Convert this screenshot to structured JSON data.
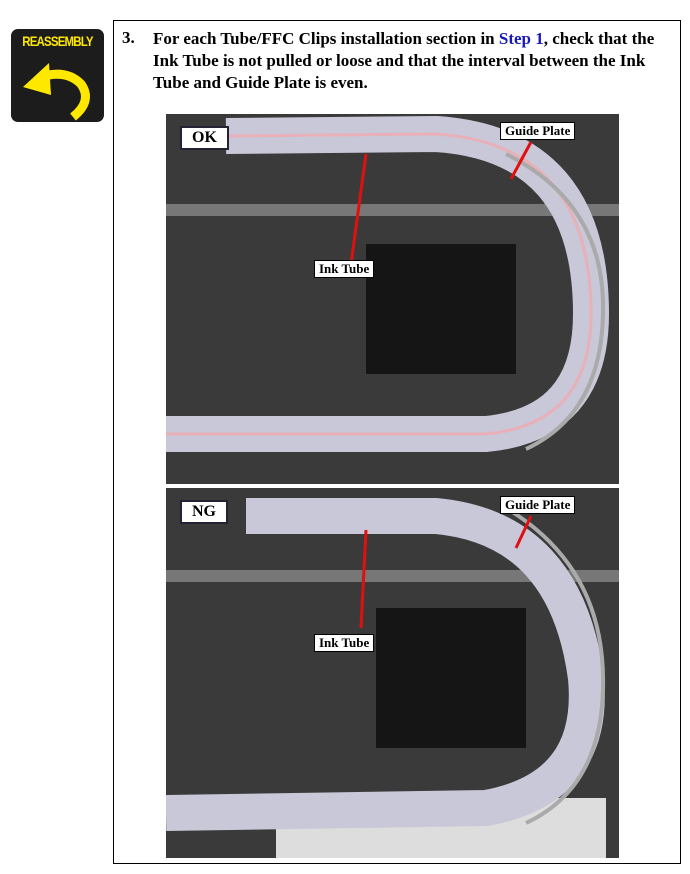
{
  "badge": {
    "label": "REASSEMBLY",
    "icon": "return-arrow-icon"
  },
  "step": {
    "number": "3.",
    "text_before": "For each Tube/FFC Clips installation section in ",
    "link": "Step 1",
    "text_after": ", check that the Ink Tube is not pulled or loose and that the interval between the Ink Tube and Guide Plate is even."
  },
  "photos": [
    {
      "status": "OK",
      "guide_plate": "Guide Plate",
      "ink_tube": "Ink Tube"
    },
    {
      "status": "NG",
      "guide_plate": "Guide Plate",
      "ink_tube": "Ink Tube"
    }
  ],
  "colors": {
    "link": "#1a1ab8",
    "arrow": "#e01010",
    "badge_yellow": "#ffe800"
  }
}
